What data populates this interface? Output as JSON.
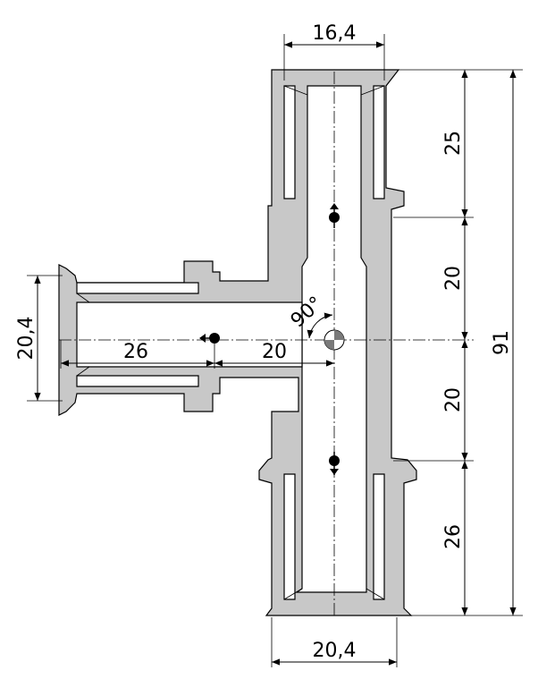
{
  "dimensions": {
    "top_width": "16,4",
    "bottom_width": "20,4",
    "left_width": "20,4",
    "top_length": "25",
    "upper_center": "20",
    "lower_center": "20",
    "bottom_length": "26",
    "overall_height": "91",
    "left_length": "26",
    "left_center": "20",
    "angle": "90°"
  },
  "colors": {
    "body": "#c8c8c8",
    "line": "#000000",
    "background": "#ffffff"
  }
}
